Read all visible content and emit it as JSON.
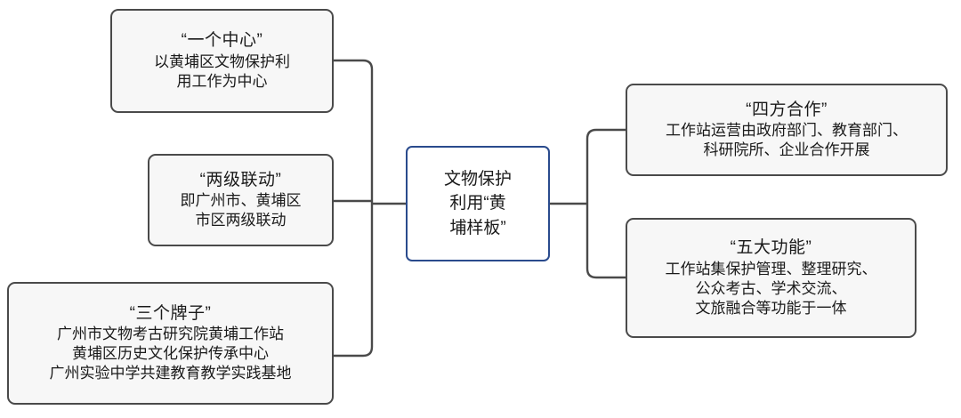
{
  "diagram": {
    "type": "bracket-hierarchy",
    "title": "文物保护利用“黄埔样板”",
    "colors": {
      "node_border": "#4a4a4a",
      "node_fill": "#f7f7f7",
      "center_border": "#2a4b8d",
      "center_fill": "#ffffff",
      "connector": "#4a4a4a",
      "text": "#1a1a1a",
      "background": "#ffffff"
    },
    "center": {
      "id": "center-model",
      "lines": [
        "文物保护",
        "利用“黄",
        "埔样板”"
      ]
    },
    "left_nodes": [
      {
        "id": "one-center",
        "title": "“一个中心”",
        "lines": [
          "以黄埔区文物保护利",
          "用工作为中心"
        ]
      },
      {
        "id": "two-level",
        "title": "“两级联动”",
        "lines": [
          "即广州市、黄埔区",
          "市区两级联动"
        ]
      },
      {
        "id": "three-plates",
        "title": "“三个牌子”",
        "lines": [
          "广州市文物考古研究院黄埔工作站",
          "黄埔区历史文化保护传承中心",
          "广州实验中学共建教育教学实践基地"
        ]
      }
    ],
    "right_nodes": [
      {
        "id": "four-party",
        "title": "“四方合作”",
        "lines": [
          "工作站运营由政府部门、教育部门、",
          "科研院所、企业合作开展"
        ]
      },
      {
        "id": "five-functions",
        "title": "“五大功能”",
        "lines": [
          "工作站集保护管理、整理研究、",
          "公众考古、学术交流、",
          "文旅融合等功能于一体"
        ]
      }
    ]
  }
}
